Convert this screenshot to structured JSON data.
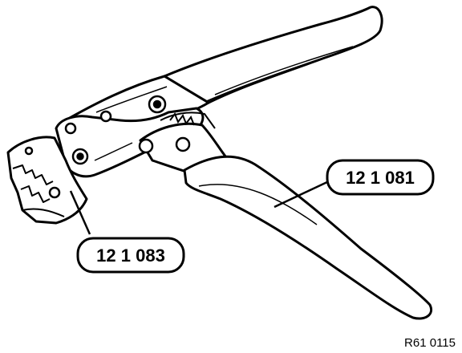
{
  "callouts": {
    "tool_b": {
      "label": "12 1 081"
    },
    "tool_a": {
      "label": "12 1 083"
    }
  },
  "figure_ref": "R61 0115",
  "colors": {
    "ink": "#000000",
    "paper": "#ffffff",
    "shade": "#d9d9d9"
  }
}
